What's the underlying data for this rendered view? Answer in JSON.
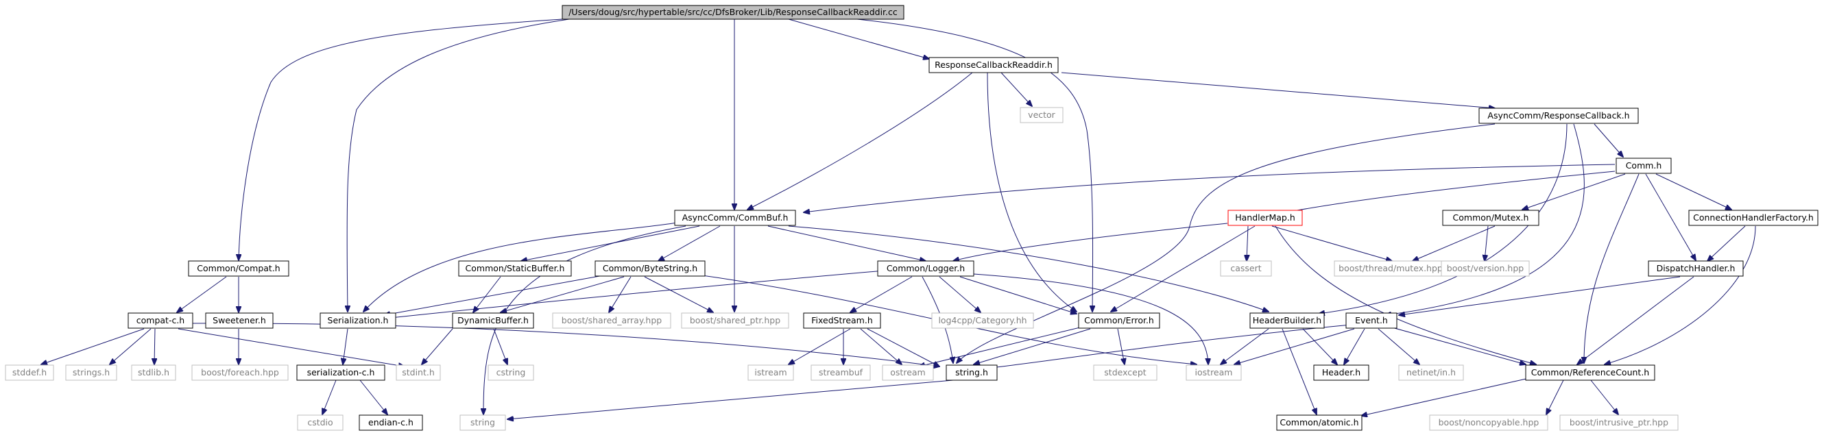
{
  "nodes": {
    "root": "/Users/doug/src/hypertable/src/cc/DfsBroker/Lib/ResponseCallbackReaddir.cc",
    "rcr_h": "ResponseCallbackReaddir.h",
    "vector": "vector",
    "async_rc": "AsyncComm/ResponseCallback.h",
    "comm_h": "Comm.h",
    "commbuf": "AsyncComm/CommBuf.h",
    "handlermap": "HandlerMap.h",
    "mutex": "Common/Mutex.h",
    "chf": "ConnectionHandlerFactory.h",
    "compat_h": "Common/Compat.h",
    "staticbuf": "Common/StaticBuffer.h",
    "bytestring": "Common/ByteString.h",
    "logger": "Common/Logger.h",
    "cassert": "cassert",
    "boost_mutex": "boost/thread/mutex.hpp",
    "boost_version": "boost/version.hpp",
    "dispatch": "DispatchHandler.h",
    "compat_c": "compat-c.h",
    "sweetener": "Sweetener.h",
    "serialization": "Serialization.h",
    "dynbuf": "DynamicBuffer.h",
    "shared_array": "boost/shared_array.hpp",
    "shared_ptr": "boost/shared_ptr.hpp",
    "fixedstream": "FixedStream.h",
    "log4cpp": "log4cpp/Category.hh",
    "error": "Common/Error.h",
    "headerbuilder": "HeaderBuilder.h",
    "event": "Event.h",
    "stddef": "stddef.h",
    "strings": "strings.h",
    "stdlib": "stdlib.h",
    "foreach": "boost/foreach.hpp",
    "serialization_c": "serialization-c.h",
    "stdint": "stdint.h",
    "cstring": "cstring",
    "istream": "istream",
    "streambuf": "streambuf",
    "ostream": "ostream",
    "string_h": "string.h",
    "stdexcept": "stdexcept",
    "iostream": "iostream",
    "header_h": "Header.h",
    "netinet": "netinet/in.h",
    "refcount": "Common/ReferenceCount.h",
    "cstdio": "cstdio",
    "endian": "endian-c.h",
    "string": "string",
    "atomic": "Common/atomic.h",
    "noncopyable": "boost/noncopyable.hpp",
    "intrusive_ptr": "boost/intrusive_ptr.hpp"
  },
  "colors": {
    "edge": "#191970",
    "system_border": "#bfbfbf",
    "system_text": "#808080",
    "root_fill": "#bfbfbf",
    "incomplete_border": "#ff0000"
  }
}
